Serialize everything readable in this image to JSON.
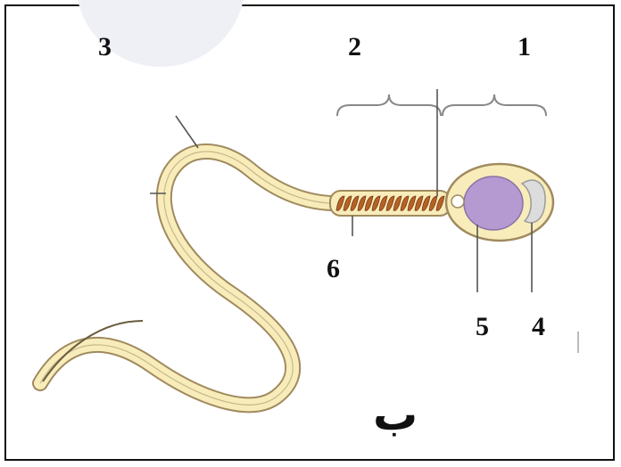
{
  "diagram": {
    "labels": {
      "one": "1",
      "two": "2",
      "three": "3",
      "four": "4",
      "five": "5",
      "six": "6"
    },
    "caption": "ب"
  },
  "colors": {
    "tail_fill": "#f8edba",
    "tail_outline": "#a08a5e",
    "nucleus": "#b49ad0",
    "acrosome": "#dcdcdc",
    "midpiece_coil": "#b56228",
    "leader_lines": "#555555",
    "frame": "#111111"
  }
}
